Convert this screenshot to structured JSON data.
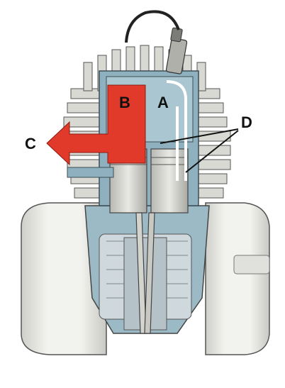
{
  "figure": {
    "labels": {
      "a": "A",
      "b": "B",
      "c": "C",
      "d": "D"
    },
    "colors": {
      "exhaust": "#e23a2a",
      "cutaway_blue": "#8fb1bf",
      "casing": "#e9e9e4",
      "fins": "#d7d7d2",
      "piston": "#c6c6c1",
      "ink": "#1a1a1a"
    }
  }
}
